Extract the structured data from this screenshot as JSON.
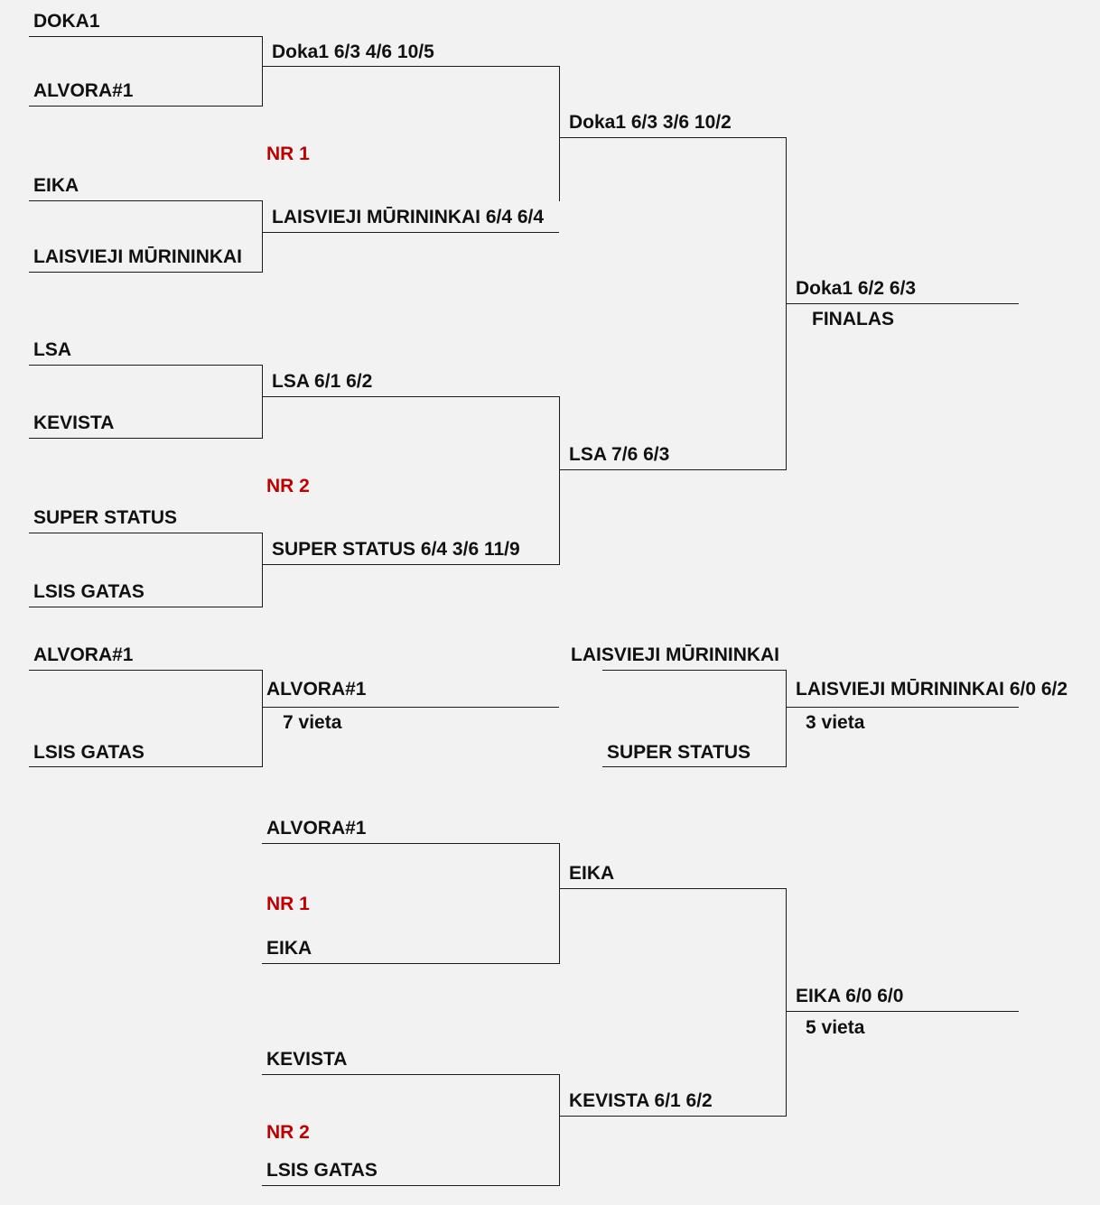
{
  "main_bracket": {
    "r1": [
      "DOKA1",
      "ALVORA#1",
      "EIKA",
      "LAISVIEJI MŪRININKAI",
      "LSA",
      "KEVISTA",
      "SUPER STATUS",
      "LSIS GATAS"
    ],
    "r2": [
      "Doka1 6/3 4/6  10/5",
      "LAISVIEJI MŪRININKAI 6/4 6/4",
      "LSA 6/1 6/2",
      "SUPER STATUS 6/4 3/6 11/9"
    ],
    "semi": [
      "Doka1 6/3 3/6 10/2",
      "LSA 7/6 6/3"
    ],
    "final_result": "Doka1 6/2 6/3",
    "final_label": "FINALAS",
    "nr1": "NR 1",
    "nr2": "NR 2"
  },
  "place7": {
    "teams": [
      "ALVORA#1",
      "LSIS GATAS"
    ],
    "result": "ALVORA#1",
    "label": "7 vieta"
  },
  "place3": {
    "teams": [
      "LAISVIEJI MŪRININKAI",
      "SUPER STATUS"
    ],
    "result": "LAISVIEJI MŪRININKAI 6/0 6/2",
    "label": "3 vieta"
  },
  "place5": {
    "teams": [
      "ALVORA#1",
      "EIKA",
      "KEVISTA",
      "LSIS GATAS"
    ],
    "nr1": "NR 1",
    "nr2": "NR 2",
    "semi": [
      "EIKA",
      "KEVISTA 6/1 6/2"
    ],
    "result": "EIKA 6/0 6/0",
    "label": "5 vieta"
  }
}
